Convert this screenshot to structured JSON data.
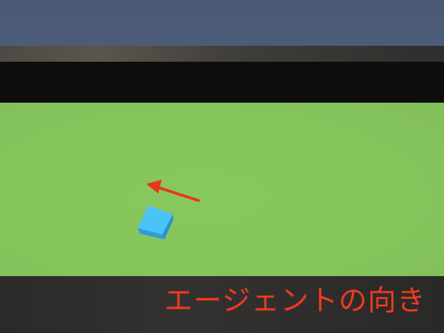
{
  "caption": {
    "text": "エージェントの向き",
    "color": "#ee3a1e"
  },
  "colors": {
    "sky": "#4b5b77",
    "ground": "#86c45c",
    "agent": "#45bdf3",
    "direction_arrow": "#e8361c",
    "bottom_bar": "#2f2e2d"
  },
  "agent": {
    "shape": "cube",
    "icon": "blue-cube-agent"
  },
  "direction_arrow": {
    "icon": "red-arrow",
    "meaning": "agent-heading"
  }
}
